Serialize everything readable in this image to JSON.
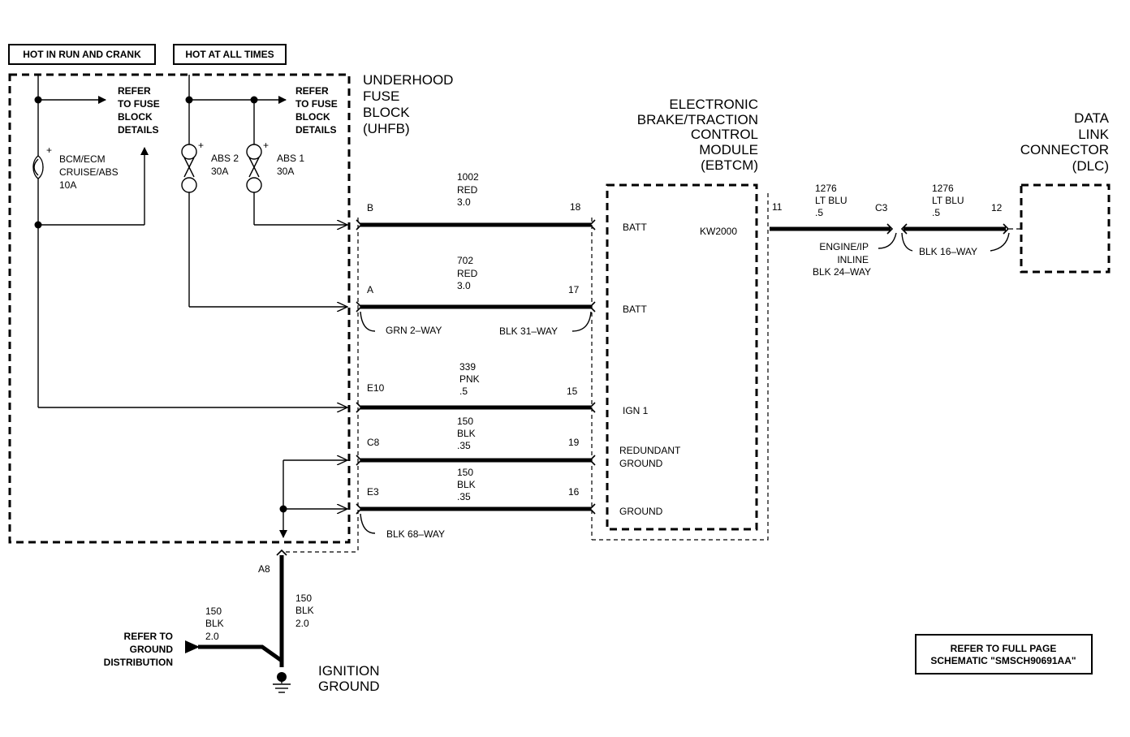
{
  "labels": {
    "hot_run_crank": "HOT IN RUN AND CRANK",
    "hot_all_times": "HOT AT ALL TIMES",
    "refer_fuse_left": [
      "REFER",
      "TO FUSE",
      "BLOCK",
      "DETAILS"
    ],
    "refer_fuse_right": [
      "REFER",
      "TO FUSE",
      "BLOCK",
      "DETAILS"
    ],
    "uhfb": [
      "UNDERHOOD",
      "FUSE",
      "BLOCK",
      "(UHFB)"
    ],
    "ebtcm": [
      "ELECTRONIC",
      "BRAKE/TRACTION",
      "CONTROL",
      "MODULE",
      "(EBTCM)"
    ],
    "dlc": [
      "DATA",
      "LINK",
      "CONNECTOR",
      "(DLC)"
    ],
    "ignition_ground": [
      "IGNITION",
      "GROUND"
    ],
    "refer_ground": [
      "REFER TO",
      "GROUND",
      "DISTRIBUTION"
    ],
    "refer_full_page": [
      "REFER TO FULL PAGE",
      "SCHEMATIC \"SMSCH90691AA\""
    ]
  },
  "fuses": {
    "bcm": {
      "plus": "+",
      "lines": [
        "BCM/ECM",
        "CRUISE/ABS",
        "10A"
      ]
    },
    "abs2": {
      "plus": "+",
      "lines": [
        "ABS 2",
        "30A"
      ]
    },
    "abs1": {
      "plus": "+",
      "lines": [
        "ABS 1",
        "30A"
      ]
    }
  },
  "circuits": [
    {
      "pin_left": "B",
      "pin_right": "18",
      "circuit": "1002",
      "color": "RED",
      "gauge": "3.0",
      "module_label": "BATT"
    },
    {
      "pin_left": "A",
      "pin_right": "17",
      "circuit": "702",
      "color": "RED",
      "gauge": "3.0",
      "module_label": "BATT"
    },
    {
      "pin_left": "E10",
      "pin_right": "15",
      "circuit": "339",
      "color": "PNK",
      "gauge": ".5",
      "module_label": "IGN 1"
    },
    {
      "pin_left": "C8",
      "pin_right": "19",
      "circuit": "150",
      "color": "BLK",
      "gauge": ".35",
      "module_label": "REDUNDANT"
    },
    {
      "pin_left": "E3",
      "pin_right": "16",
      "circuit": "150",
      "color": "BLK",
      "gauge": ".35",
      "module_label": "GROUND"
    }
  ],
  "module_extra": {
    "redundant_line2": "GROUND",
    "protocol": "KW2000"
  },
  "connectors": {
    "grn2": "GRN 2–WAY",
    "blk31": "BLK 31–WAY",
    "blk68": "BLK 68–WAY",
    "engine_ip": [
      "ENGINE/IP",
      "INLINE",
      "BLK 24–WAY"
    ],
    "blk16": "BLK 16–WAY"
  },
  "data_line": {
    "pin_module": "11",
    "inline": "C3",
    "pin_dlc": "12",
    "wire1": [
      "1276",
      "LT BLU",
      ".5"
    ],
    "wire2": [
      "1276",
      "LT BLU",
      ".5"
    ]
  },
  "ground": {
    "pin": "A8",
    "wire_vertical": [
      "150",
      "BLK",
      "2.0"
    ],
    "wire_left": [
      "150",
      "BLK",
      "2.0"
    ]
  }
}
